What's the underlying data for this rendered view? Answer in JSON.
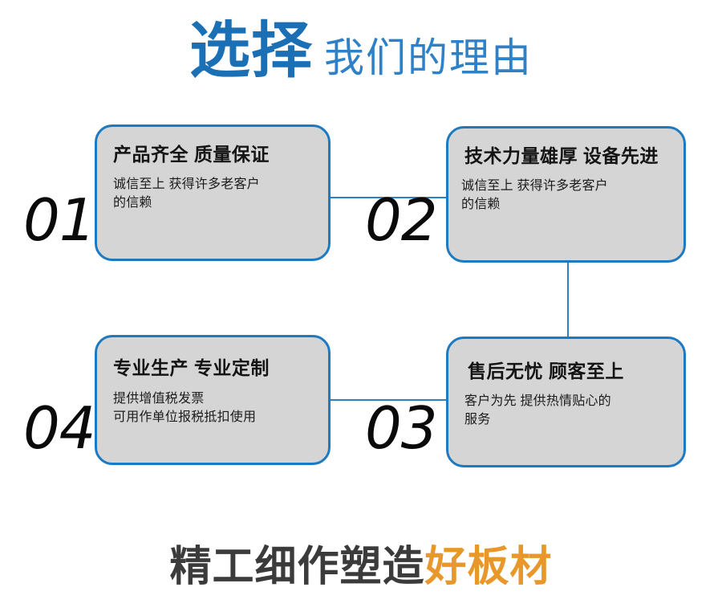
{
  "header": {
    "strong": "选择",
    "light": "我们的理由",
    "strong_color": "#1A6FB5",
    "light_color": "#2E81C6"
  },
  "theme": {
    "card_fill": "#D5D5D5",
    "card_border": "#1D7AC0",
    "connector": "#2E81C6",
    "number_color": "#0A0A0A",
    "background": "#FFFFFF"
  },
  "cards": [
    {
      "number": "01",
      "title": "产品齐全 质量保证",
      "body_lines": [
        "诚信至上 获得许多老客户",
        "的信赖"
      ]
    },
    {
      "number": "02",
      "title": "技术力量雄厚 设备先进",
      "body_lines": [
        "诚信至上 获得许多老客户",
        "的信赖"
      ]
    },
    {
      "number": "03",
      "title": "售后无忧 顾客至上",
      "body_lines": [
        "客户为先 提供热情贴心的",
        "服务"
      ]
    },
    {
      "number": "04",
      "title": "专业生产 专业定制",
      "body_lines": [
        "提供增值税发票",
        "可用作单位报税抵扣使用"
      ]
    }
  ],
  "footer": {
    "dark_text": "精工细作塑造",
    "accent_text": "好板材",
    "dark_color": "#3B3B3B",
    "accent_color": "#E8982B"
  }
}
